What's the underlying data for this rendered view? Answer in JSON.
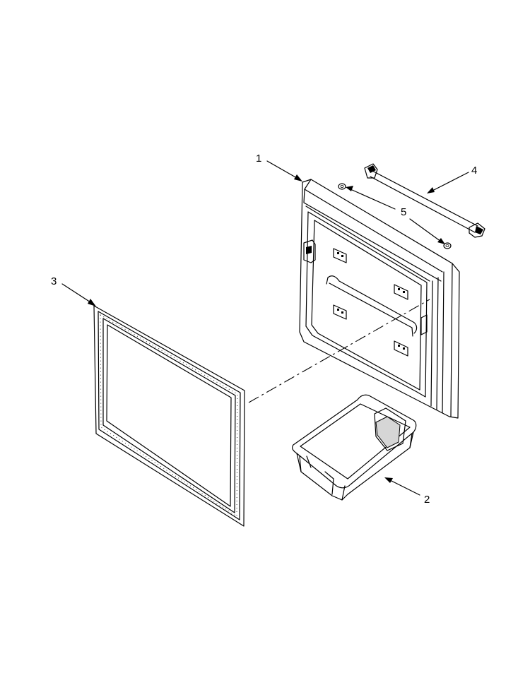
{
  "callouts": [
    {
      "id": "1",
      "label": "1",
      "part": "freezer-door"
    },
    {
      "id": "2",
      "label": "2",
      "part": "door-bin"
    },
    {
      "id": "3",
      "label": "3",
      "part": "door-gasket"
    },
    {
      "id": "4",
      "label": "4",
      "part": "handle"
    },
    {
      "id": "5",
      "label": "5",
      "part": "washer"
    }
  ],
  "colors": {
    "line": "#000000",
    "background": "#ffffff",
    "shade": "#d6d6d6"
  }
}
